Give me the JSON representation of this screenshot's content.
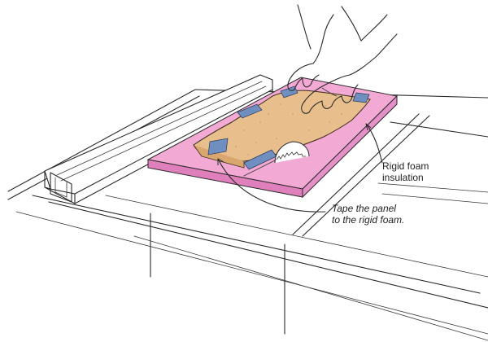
{
  "labels": {
    "foam": [
      "Rigid foam",
      "insulation"
    ],
    "tape": [
      "Tape the panel",
      "to the rigid foam."
    ]
  },
  "colors": {
    "foam_top": "#f2a9d3",
    "foam_edge": "#df7fbb",
    "panel": "#e8bf8c",
    "panel_shadow": "#d9a76e",
    "tape": "#6e8fbf",
    "fence": "#ffffff",
    "ink": "#2a2a2a"
  }
}
